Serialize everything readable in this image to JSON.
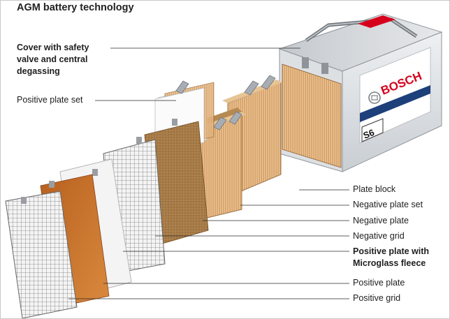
{
  "title": "AGM battery technology",
  "labels": {
    "cover": [
      "Cover with safety",
      "valve and central",
      "degassing"
    ],
    "positive_plate_set": "Positive plate set",
    "plate_block": "Plate block",
    "negative_plate_set": "Negative plate set",
    "negative_plate": "Negative plate",
    "negative_grid": "Negative grid",
    "positive_plate_fleece": [
      "Positive plate with",
      "Microglass fleece"
    ],
    "positive_plate": "Positive plate",
    "positive_grid": "Positive grid"
  },
  "battery": {
    "brand": "BOSCH",
    "model": "S6"
  },
  "colors": {
    "brand_red": "#d6001c",
    "plate_brown": "#a67a45",
    "positive_orange": "#b55a1f",
    "leader_line": "#2a2a2a"
  }
}
